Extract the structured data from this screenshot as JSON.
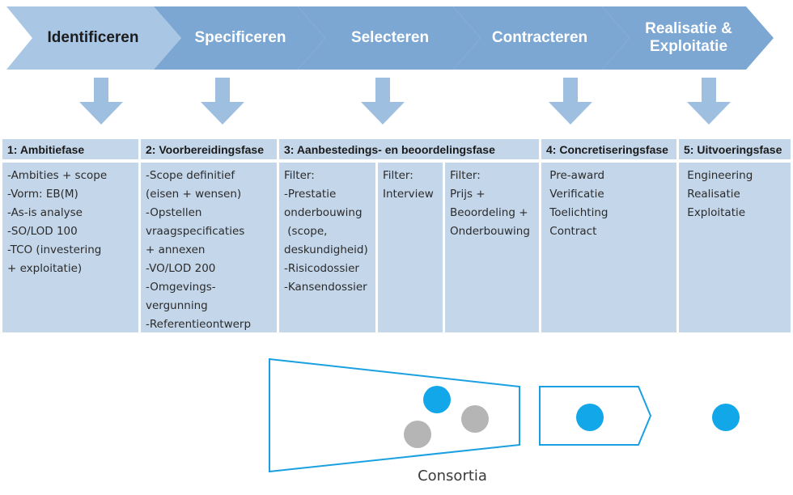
{
  "phases": [
    {
      "label": "Identificeren",
      "highlight": true
    },
    {
      "label": "Specificeren"
    },
    {
      "label": "Selecteren"
    },
    {
      "label": "Contracteren"
    },
    {
      "label": "Realisatie & Exploitatie"
    }
  ],
  "columns": [
    {
      "title": "1: Ambitiefase",
      "lines": [
        "-Ambities + scope",
        "-Vorm: EB(M)",
        "-As-is analyse",
        "-SO/LOD 100",
        "-TCO (investering",
        "+ exploitatie)"
      ]
    },
    {
      "title": "2: Voorbereidingsfase",
      "lines": [
        "-Scope definitief",
        "(eisen + wensen)",
        "-Opstellen",
        "vraagspecificaties",
        "+ annexen",
        "-VO/LOD 200",
        "-Omgevings-",
        "vergunning",
        "-Referentieontwerp"
      ]
    },
    {
      "title": "3: Aanbestedings- en beoordelingsfase",
      "subcolumns": [
        {
          "lines": [
            "Filter:",
            "-Prestatie",
            "onderbouwing",
            " (scope,",
            "deskundigheid)",
            "-Risicodossier",
            "-Kansendossier"
          ]
        },
        {
          "lines": [
            "Filter:",
            "Interview"
          ]
        },
        {
          "lines": [
            "Filter:",
            "Prijs +",
            "Beoordeling +",
            "Onderbouwing"
          ]
        }
      ]
    },
    {
      "title": "4: Concretiseringsfase",
      "lines": [
        " Pre-award",
        " Verificatie",
        " Toelichting",
        " Contract"
      ]
    },
    {
      "title": "5: Uitvoeringsfase",
      "lines": [
        " Engineering",
        " Realisatie",
        " Exploitatie"
      ]
    }
  ],
  "funnel": {
    "label": "Consortia"
  },
  "colors": {
    "chevron": "#7ba7d2",
    "chevron_highlight": "#a9c6e4",
    "arrow": "#9fbfe0",
    "table_bg": "#c4d6ea",
    "outline": "#1aa0e0",
    "dot_blue": "#11a7e8",
    "dot_grey": "#b5b5b5"
  }
}
